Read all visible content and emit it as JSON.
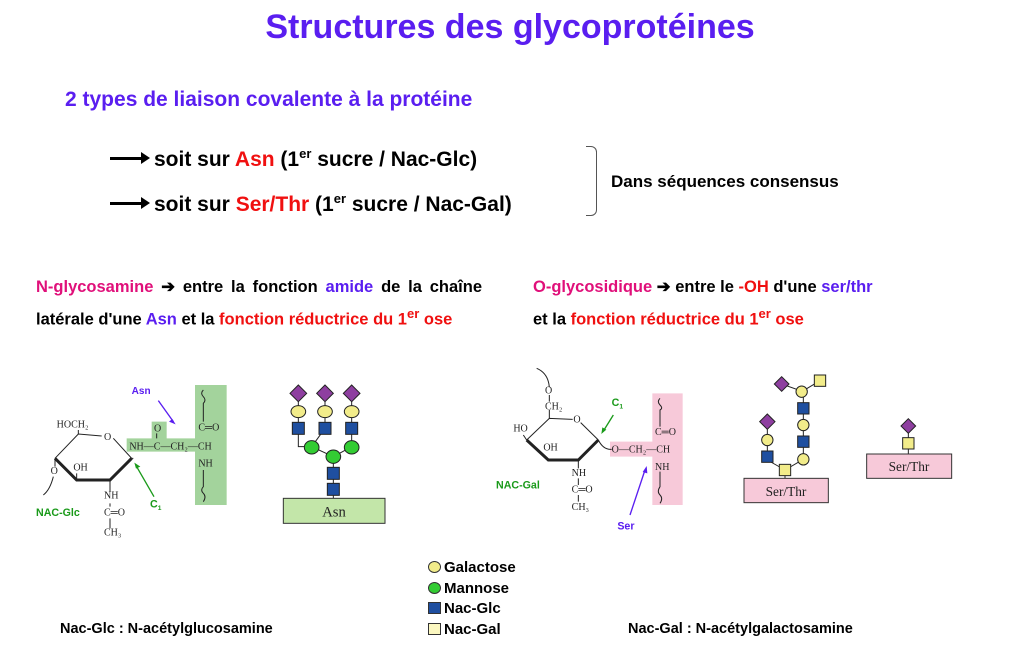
{
  "title": "Structures des glycoprotéines",
  "subtitle": "2 types de liaison covalente à la protéine",
  "lines": [
    {
      "prefix": "soit sur ",
      "residue": "Asn",
      "rest_open": " (1",
      "sup": "er",
      "rest": " sucre / Nac-Glc)"
    },
    {
      "prefix": "soit sur ",
      "residue": "Ser/Thr",
      "rest_open": " (1",
      "sup": "er",
      "rest": " sucre / Nac-Gal)"
    }
  ],
  "consensus": "Dans séquences consensus",
  "left_para": {
    "term": "N-glycosamine",
    "arrow": "➔",
    "t1": " entre la fonction ",
    "amide": "amide",
    "t2": " de la chaîne latérale d'une ",
    "asn": "Asn",
    "t3": " et la ",
    "red1": "fonction réductrice du 1",
    "sup": "er",
    "red2": " ose"
  },
  "right_para": {
    "term": "O-glycosidique",
    "arrow": "➔",
    "t1": " entre le ",
    "oh": "-OH",
    "t2": " d'une ",
    "serthr": "ser/thr",
    "t3": "et la ",
    "red1": "fonction réductrice du 1",
    "sup": "er",
    "red2": " ose"
  },
  "diagram_left": {
    "asn_label": "Asn",
    "c1_label": "C",
    "c1_sub": "1",
    "sugar_label": "NAC-Glc",
    "hoch2": "HOCH₂",
    "o": "O",
    "chain": "NH—C—CH₂—CH",
    "co": "C═O",
    "nh": "NH",
    "oh": "OH",
    "ch3": "CH₃",
    "base": "Asn"
  },
  "diagram_right": {
    "ser_label": "Ser",
    "c1_label": "C",
    "c1_sub": "1",
    "sugar_label": "NAC-Gal",
    "ch2": "CH₂",
    "ho": "HO",
    "o": "O",
    "chain": "O—CH₂—CH",
    "co": "C═O",
    "nh": "NH",
    "oh": "OH",
    "ch3": "CH₃",
    "base1": "Ser/Thr",
    "base2": "Ser/Thr"
  },
  "legend": [
    {
      "label": "Galactose",
      "color": "#f2ec8a"
    },
    {
      "label": "Mannose",
      "color": "#33cc33"
    },
    {
      "label": "Nac-Glc",
      "color": "#1f4fa0"
    },
    {
      "label": "Nac-Gal",
      "color": "#fbf7c0"
    }
  ],
  "footnotes": {
    "left": "Nac-Glc : N-acétylglucosamine",
    "right": "Nac-Gal : N-acétylgalactosamine"
  }
}
